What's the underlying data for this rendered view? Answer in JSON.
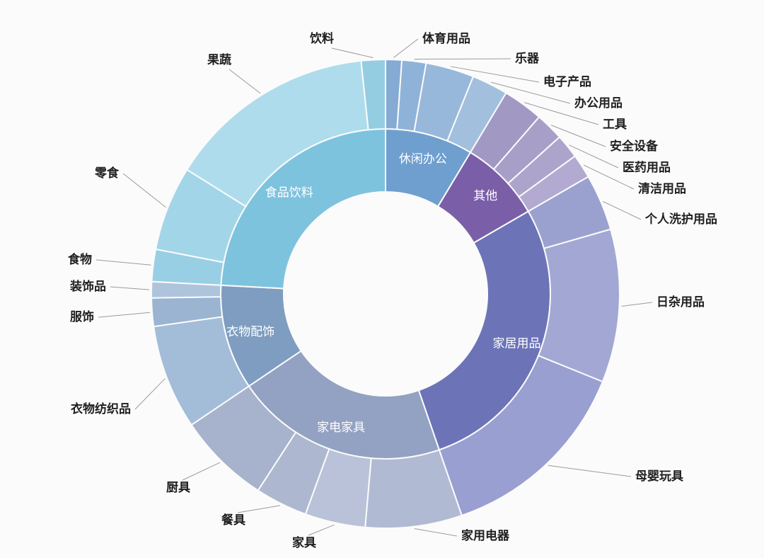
{
  "page": {
    "background_color": "#fbfbfb",
    "description": "双层旭日图（内环为商品大类，外环为子类）"
  },
  "chart_data": {
    "type": "sunburst",
    "title": "",
    "angle_unit": "degrees_clockwise_from_top",
    "inner_label_color": "#ffffff",
    "outer_label_color": "#1f1f1f",
    "leader_line_color": "#9b9b9b",
    "categories": [
      {
        "label": "休闲办公",
        "start_deg": 0,
        "end_deg": 31,
        "color": "#6f9fce",
        "children": [
          {
            "label": "体育用品",
            "start_deg": 0,
            "end_deg": 4,
            "color": "#85abd4"
          },
          {
            "label": "乐器",
            "start_deg": 4,
            "end_deg": 10,
            "color": "#8fb2d8"
          },
          {
            "label": "电子产品",
            "start_deg": 10,
            "end_deg": 22,
            "color": "#97b8da"
          },
          {
            "label": "办公用品",
            "start_deg": 22,
            "end_deg": 31,
            "color": "#a2bfde"
          }
        ]
      },
      {
        "label": "其他",
        "start_deg": 31,
        "end_deg": 60,
        "color": "#7a5fa8",
        "children": [
          {
            "label": "工具",
            "start_deg": 31,
            "end_deg": 41,
            "color": "#a198c4"
          },
          {
            "label": "安全设备",
            "start_deg": 41,
            "end_deg": 48,
            "color": "#a89fc9"
          },
          {
            "label": "医药用品",
            "start_deg": 48,
            "end_deg": 54,
            "color": "#ada4cc"
          },
          {
            "label": "清洁用品",
            "start_deg": 54,
            "end_deg": 60,
            "color": "#b2aad0"
          }
        ]
      },
      {
        "label": "家居用品",
        "start_deg": 60,
        "end_deg": 161,
        "color": "#6c74b7",
        "children": [
          {
            "label": "个人洗护用品",
            "start_deg": 60,
            "end_deg": 74,
            "color": "#9ba1cf"
          },
          {
            "label": "日杂用品",
            "start_deg": 74,
            "end_deg": 112,
            "color": "#a2a8d3"
          },
          {
            "label": "母婴玩具",
            "start_deg": 112,
            "end_deg": 161,
            "color": "#999fd0"
          }
        ]
      },
      {
        "label": "家电家具",
        "start_deg": 161,
        "end_deg": 236,
        "color": "#93a1c2",
        "children": [
          {
            "label": "家用电器",
            "start_deg": 161,
            "end_deg": 185,
            "color": "#b0bad3"
          },
          {
            "label": "家具",
            "start_deg": 185,
            "end_deg": 200,
            "color": "#b9c2d8"
          },
          {
            "label": "餐具",
            "start_deg": 200,
            "end_deg": 213,
            "color": "#adb8d0"
          },
          {
            "label": "厨具",
            "start_deg": 213,
            "end_deg": 236,
            "color": "#a7b2cc"
          }
        ]
      },
      {
        "label": "衣物配饰",
        "start_deg": 236,
        "end_deg": 273,
        "color": "#7e9dc0",
        "children": [
          {
            "label": "衣物纺织品",
            "start_deg": 236,
            "end_deg": 262,
            "color": "#a3bcd8"
          },
          {
            "label": "服饰",
            "start_deg": 262,
            "end_deg": 269,
            "color": "#9ab4d2"
          },
          {
            "label": "装饰品",
            "start_deg": 269,
            "end_deg": 273,
            "color": "#aec4dc"
          }
        ]
      },
      {
        "label": "食品饮料",
        "start_deg": 273,
        "end_deg": 360,
        "color": "#7ec3de",
        "children": [
          {
            "label": "食物",
            "start_deg": 273,
            "end_deg": 281,
            "color": "#99cfe4"
          },
          {
            "label": "零食",
            "start_deg": 281,
            "end_deg": 302,
            "color": "#a2d5e8"
          },
          {
            "label": "果蔬",
            "start_deg": 302,
            "end_deg": 354,
            "color": "#aedcec"
          },
          {
            "label": "饮料",
            "start_deg": 354,
            "end_deg": 360,
            "color": "#94cde2"
          }
        ]
      }
    ]
  }
}
